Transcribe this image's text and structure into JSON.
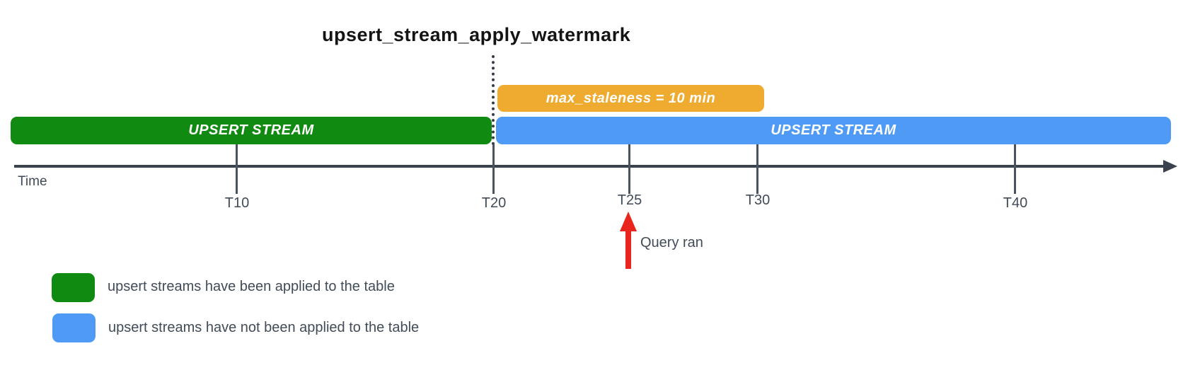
{
  "title": "upsert_stream_apply_watermark",
  "colors": {
    "applied_green": "#108a10",
    "pending_blue": "#4e9af5",
    "staleness_orange": "#eeab30",
    "query_arrow_red": "#e8261d",
    "axis_dark": "#3a424e",
    "label_gray": "#414b57"
  },
  "bars": {
    "applied": {
      "label": "UPSERT STREAM",
      "from": "start",
      "to": "T20",
      "color": "#108a10"
    },
    "pending": {
      "label": "UPSERT STREAM",
      "from": "T20",
      "to": "end",
      "color": "#4e9af5"
    },
    "staleness": {
      "label": "max_staleness = 10 min",
      "from": "T20",
      "to": "T30",
      "color": "#eeab30"
    }
  },
  "timeline": {
    "axis_label": "Time",
    "ticks": [
      {
        "label": "T10"
      },
      {
        "label": "T20"
      },
      {
        "label": "T25"
      },
      {
        "label": "T30"
      },
      {
        "label": "T40"
      }
    ],
    "watermark_tick": "T20"
  },
  "annotation": {
    "label": "Query ran",
    "at_tick": "T25",
    "arrow_color": "#e8261d"
  },
  "legend": [
    {
      "swatch_color": "#108a10",
      "label": "upsert streams have been applied to the table"
    },
    {
      "swatch_color": "#4e9af5",
      "label": "upsert streams have not been applied to the table"
    }
  ]
}
